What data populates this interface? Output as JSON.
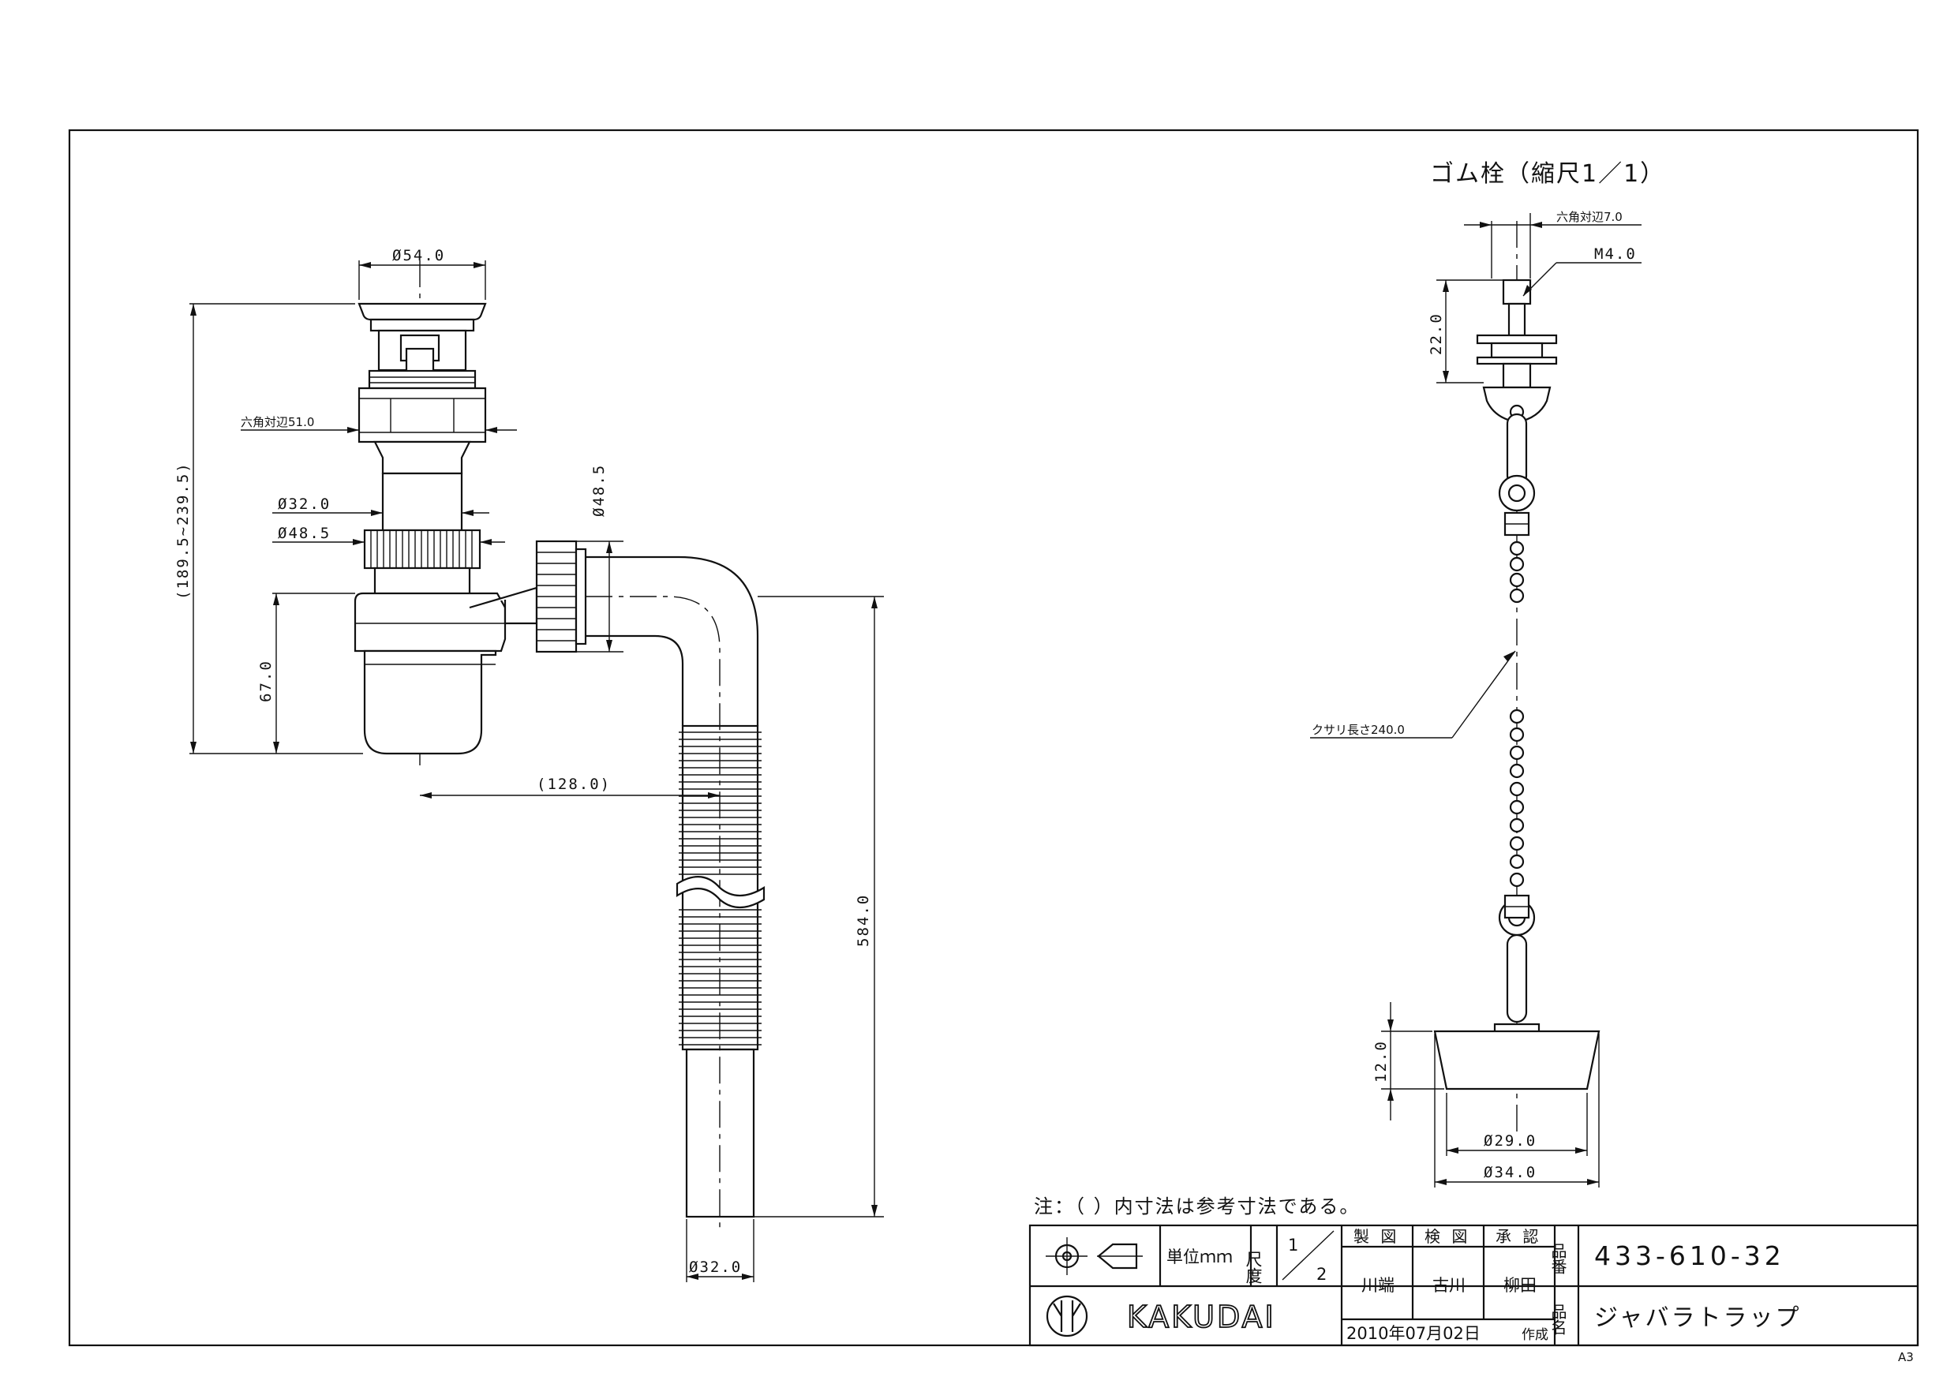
{
  "sheet": {
    "size_label": "A3"
  },
  "main_view": {
    "dims": {
      "top_dia": "Ø54.0",
      "hex_nut": "六角対辺51.0",
      "pipe_dia": "Ø32.0",
      "nut_dia": "Ø48.5",
      "total_height": "(189.5~239.5)",
      "trap_height": "67.0",
      "side_dia": "Ø48.5",
      "offset": "(128.0)",
      "hose_length": "584.0",
      "outlet_dia": "Ø32.0"
    }
  },
  "stopper_view": {
    "title": "ゴム栓（縮尺1／1）",
    "dims": {
      "hex": "六角対辺7.0",
      "thread": "M4.0",
      "stem_height": "22.0",
      "chain_length": "クサリ長さ240.0",
      "plug_height": "12.0",
      "bottom_dia": "Ø29.0",
      "top_dia": "Ø34.0"
    }
  },
  "note": "注：（ ）内寸法は参考寸法である。",
  "title_block": {
    "unit_label": "単位ｍｍ",
    "scale_label": "尺度",
    "scale_num": "1",
    "scale_den": "2",
    "drawn_label": "製 図",
    "checked_label": "検 図",
    "approved_label": "承 認",
    "drawn_by": "川端",
    "checked_by": "古川",
    "approved_by": "柳田",
    "date": "2010年07月02日",
    "made_label": "作成",
    "part_no_label": "品番",
    "part_no": "433-610-32",
    "part_name_label": "品名",
    "part_name": "ジャバラトラップ",
    "company": "KAKUDAI"
  }
}
